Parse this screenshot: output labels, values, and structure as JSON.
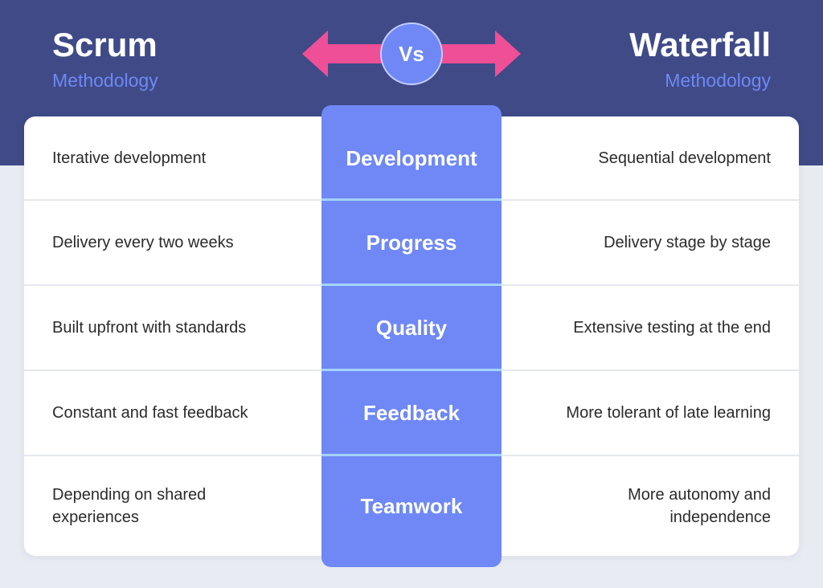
{
  "header": {
    "left": {
      "title": "Scrum",
      "subtitle": "Methodology"
    },
    "right": {
      "title": "Waterfall",
      "subtitle": "Methodology"
    },
    "vs_label": "Vs"
  },
  "colors": {
    "header_bg": "#3f4a87",
    "accent_blue": "#6f88f5",
    "arrow_pink": "#ef4f96",
    "divider_light": "#a4d2fb",
    "page_bg": "#e9ebf3"
  },
  "rows": [
    {
      "left": "Iterative development",
      "center": "Development",
      "right": "Sequential development"
    },
    {
      "left": "Delivery every two weeks",
      "center": "Progress",
      "right": "Delivery stage by stage"
    },
    {
      "left": "Built upfront with standards",
      "center": "Quality",
      "right": "Extensive testing at the end"
    },
    {
      "left": "Constant and fast feedback",
      "center": "Feedback",
      "right": "More tolerant of late learning"
    },
    {
      "left": "Depending on shared\nexperiences",
      "center": "Teamwork",
      "right": "More autonomy and\nindependence"
    }
  ]
}
